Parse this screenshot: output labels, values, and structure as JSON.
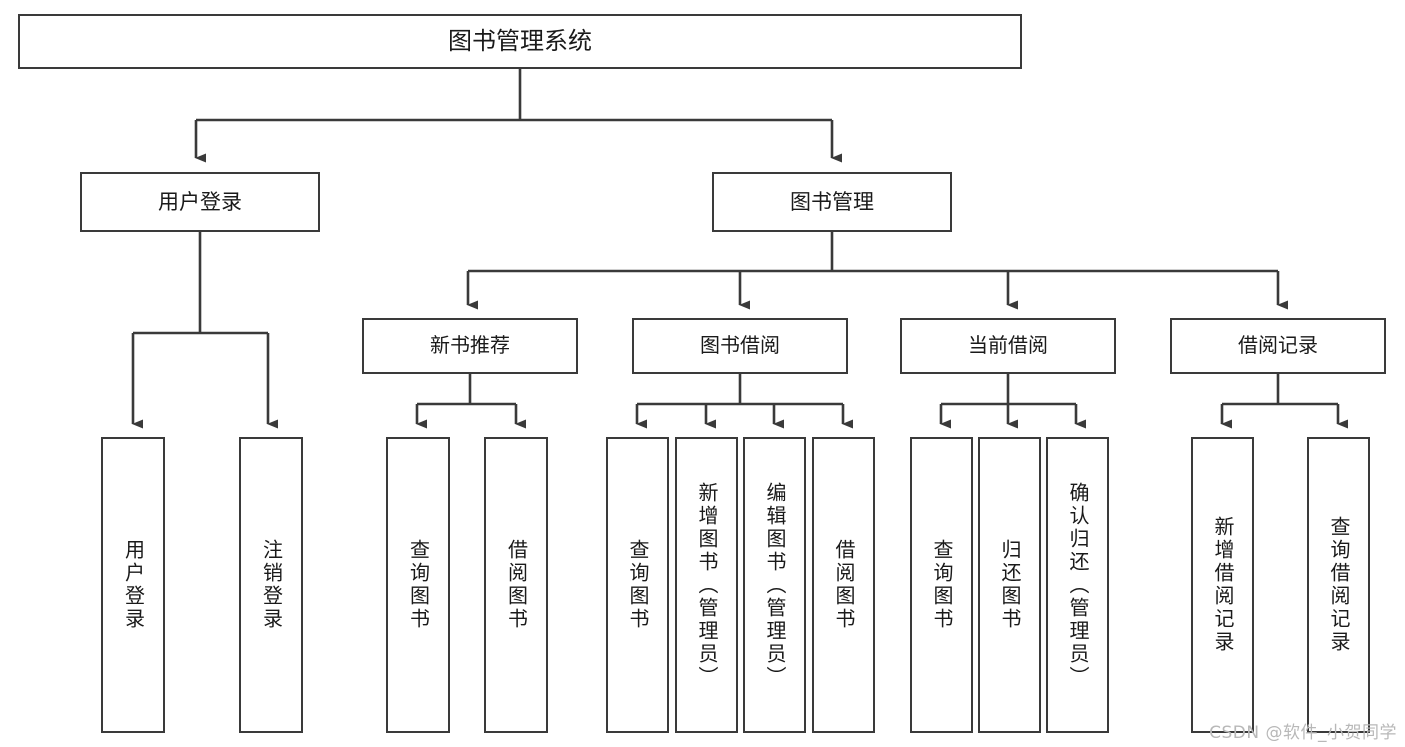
{
  "diagram": {
    "title": "图书管理系统",
    "type": "tree-hierarchy",
    "colors": {
      "box_border": "#3a3a3a",
      "box_fill": "#ffffff",
      "connector": "#3a3a3a",
      "text": "#1a1a1a",
      "watermark": "#b8b8b8",
      "background": "#ffffff"
    },
    "root": {
      "label": "图书管理系统"
    },
    "level1": [
      {
        "label": "用户登录"
      },
      {
        "label": "图书管理"
      }
    ],
    "level2": [
      {
        "label": "新书推荐"
      },
      {
        "label": "图书借阅"
      },
      {
        "label": "当前借阅"
      },
      {
        "label": "借阅记录"
      }
    ],
    "leaves": {
      "user_login": [
        {
          "label": "用户登录"
        },
        {
          "label": "注销登录"
        }
      ],
      "new_book_recommend": [
        {
          "label": "查询图书"
        },
        {
          "label": "借阅图书"
        }
      ],
      "book_borrow": [
        {
          "label": "查询图书"
        },
        {
          "label": "新增图书（管理员）"
        },
        {
          "label": "编辑图书（管理员）"
        },
        {
          "label": "借阅图书"
        }
      ],
      "current_borrow": [
        {
          "label": "查询图书"
        },
        {
          "label": "归还图书"
        },
        {
          "label": "确认归还（管理员）"
        }
      ],
      "borrow_record": [
        {
          "label": "新增借阅记录"
        },
        {
          "label": "查询借阅记录"
        }
      ]
    }
  },
  "watermark": {
    "text": "CSDN @软件_小贺同学"
  }
}
